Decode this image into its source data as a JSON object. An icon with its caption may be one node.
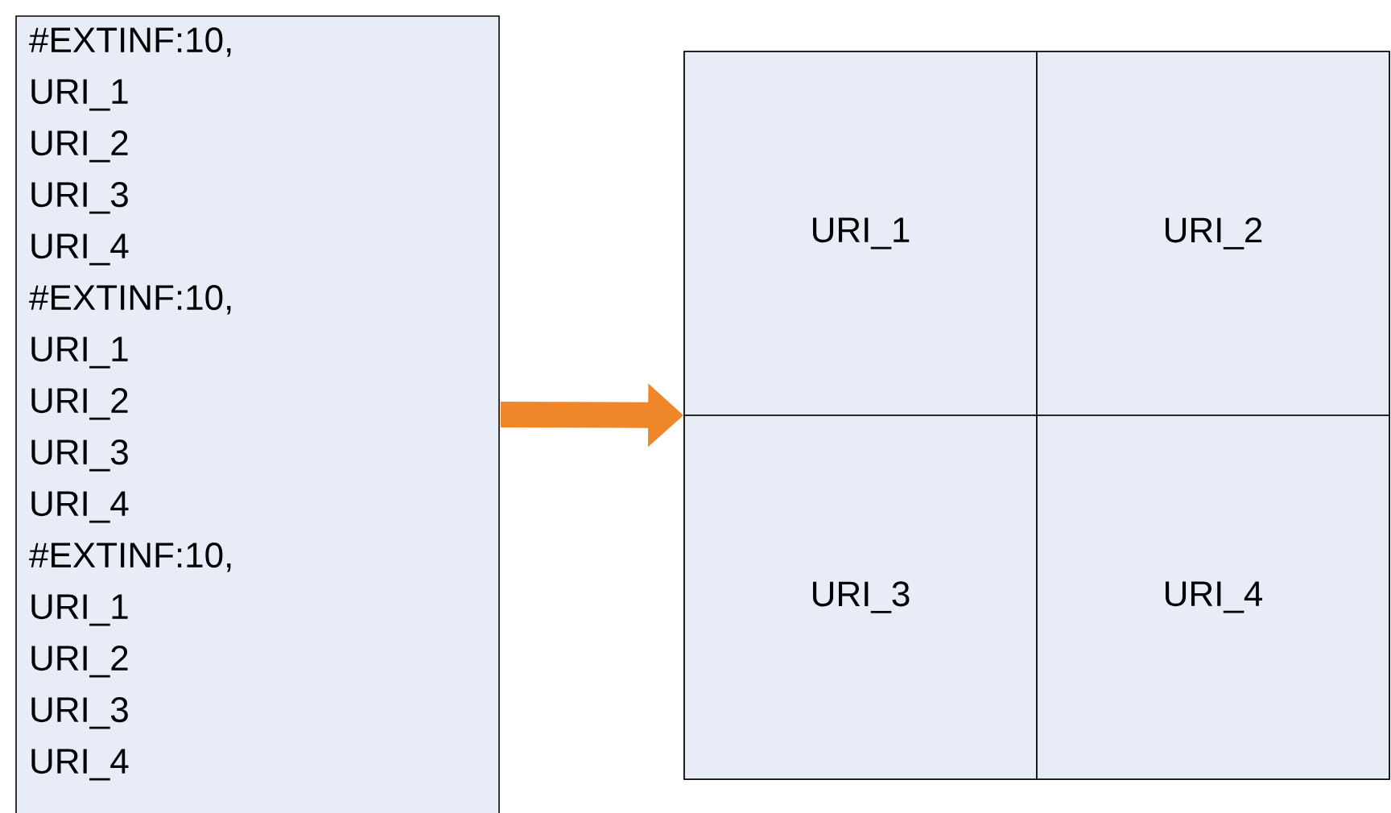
{
  "diagram": {
    "nodes": [
      {
        "text": [
          "#EXTINF:10,",
          "URI_1",
          "URI_2",
          "URI_3",
          "URI_4",
          "#EXTINF:10,",
          "URI_1",
          "URI_2",
          "URI_3",
          "URI_4",
          "#EXTINF:10,",
          "URI_1",
          "URI_2",
          "URI_3",
          "URI_4"
        ]
      },
      {
        "text": [],
        "shape": "box"
      },
      {
        "text": [
          "URI_1"
        ],
        "in": 1
      },
      {
        "text": [
          "URI_2"
        ],
        "in": 1
      },
      {
        "text": [
          "URI_3"
        ],
        "in": 1
      },
      {
        "text": [
          "URI_4"
        ],
        "in": 1
      }
    ],
    "edges": [
      {
        "from": 0,
        "to": 1,
        "arrow": "to",
        "color": "#f0862a"
      }
    ]
  }
}
